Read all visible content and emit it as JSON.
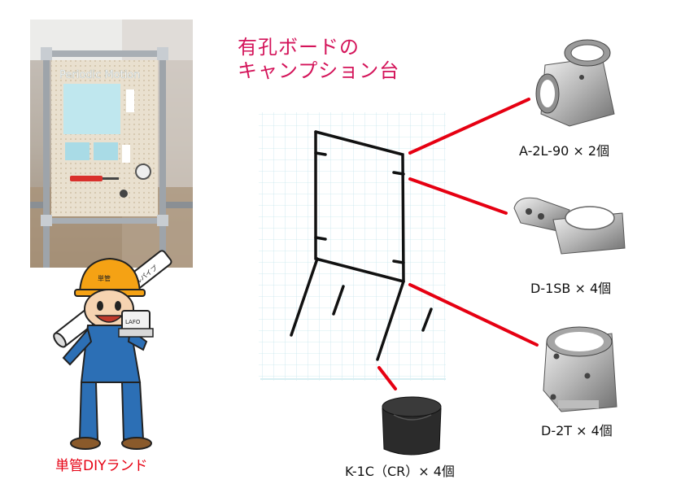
{
  "title": {
    "line1": "有孔ボードの",
    "line2": "キャンプション台"
  },
  "photo": {
    "board_text": "Periodic Motion"
  },
  "mascot": {
    "brand": "単管DIYランド",
    "pipe_label": "スチールパイプ",
    "cap_label": "LAFO",
    "helmet_label": "単管"
  },
  "parts": [
    {
      "label": "A-2L-90 × 2個"
    },
    {
      "label": "D-1SB × 4個"
    },
    {
      "label": "D-2T × 4個"
    },
    {
      "label": "K-1C（CR）× 4個"
    }
  ],
  "colors": {
    "accent": "#d4145a",
    "leader": "#e60012",
    "brand": "#e60012"
  }
}
